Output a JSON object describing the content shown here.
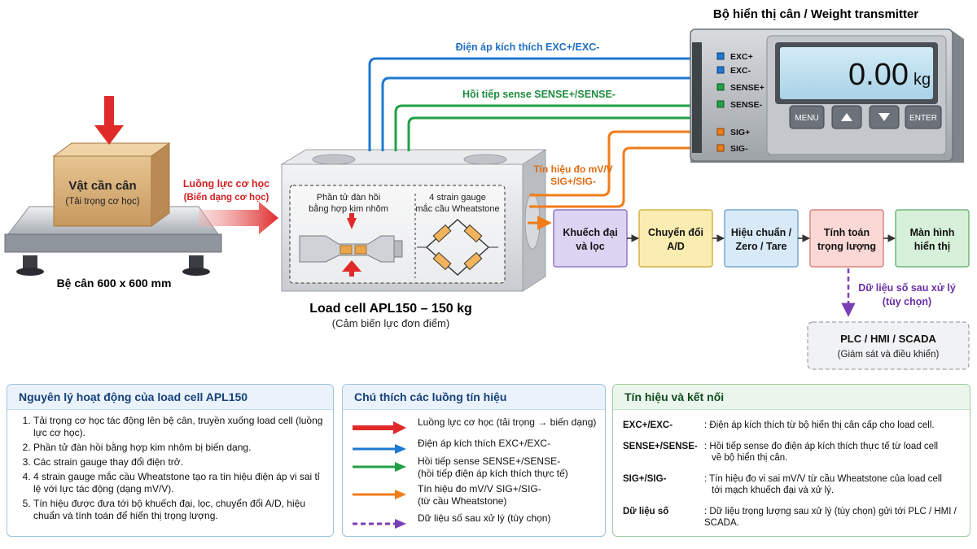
{
  "display": {
    "title": "Bộ hiển thị cân / Weight transmitter",
    "value": "0.00",
    "unit": "kg",
    "buttons": {
      "menu": "MENU",
      "enter": "ENTER"
    },
    "terminals": [
      "EXC+",
      "EXC-",
      "SENSE+",
      "SENSE-",
      "SIG+",
      "SIG-"
    ]
  },
  "platform": {
    "object_label": "Vật cần cân",
    "object_sub": "(Tải trọng cơ học)",
    "caption": "Bệ cân 600 x 600 mm"
  },
  "force_label": {
    "line1": "Luồng lực cơ học",
    "line2": "(Biến dạng cơ học)"
  },
  "loadcell": {
    "title": "Load cell APL150 – 150 kg",
    "subtitle": "(Cảm biến lực đơn điểm)",
    "element_line1": "Phần tử đàn hồi",
    "element_line2": "bằng hợp kim nhôm",
    "gauge_line1": "4 strain gauge",
    "gauge_line2": "mắc cầu Wheatstone"
  },
  "wires": {
    "exc": "Điện áp kích thích EXC+/EXC-",
    "sense": "Hồi tiếp sense SENSE+/SENSE-",
    "sig_line1": "Tín hiệu đo mV/V",
    "sig_line2": "SIG+/SIG-"
  },
  "chain": [
    {
      "line1": "Khuếch đại",
      "line2": "và lọc",
      "fill": "#ddd4f4",
      "stroke": "#8b78c8"
    },
    {
      "line1": "Chuyển đổi",
      "line2": "A/D",
      "fill": "#fbecb1",
      "stroke": "#d3b14a"
    },
    {
      "line1": "Hiệu chuẩn /",
      "line2": "Zero / Tare",
      "fill": "#d8e9f8",
      "stroke": "#79a9d3"
    },
    {
      "line1": "Tính toán",
      "line2": "trọng lượng",
      "fill": "#fbd8d5",
      "stroke": "#d9857f"
    },
    {
      "line1": "Màn hình",
      "line2": "hiển thị",
      "fill": "#d6f0d9",
      "stroke": "#72b67e"
    }
  ],
  "digital": {
    "line1": "Dữ liệu số sau xử lý",
    "line2": "(tùy chọn)",
    "plc_title": "PLC / HMI / SCADA",
    "plc_sub": "(Giám sát và điều khiển)"
  },
  "colors": {
    "force": "#e02a2a",
    "exc": "#1f78d1",
    "sense": "#22a047",
    "sig": "#f07d1a",
    "digital": "#7a3fb5"
  },
  "principle": {
    "title": "Nguyên lý hoạt động của load cell APL150",
    "steps": [
      "Tải trọng cơ học tác động lên bệ cân, truyền xuống load cell (luồng lực cơ học).",
      "Phần tử đàn hồi bằng hợp kim nhôm bị biến dạng.",
      "Các strain gauge thay đổi điện trở.",
      "4 strain gauge mắc cầu Wheatstone tạo ra tín hiệu điện áp vi sai tỉ lệ với lực tác động (dạng mV/V).",
      "Tín hiệu được đưa tới bộ khuếch đại, lọc, chuyển đổi A/D, hiệu chuẩn và tính toán để hiển thị trọng lượng."
    ]
  },
  "legend": {
    "title": "Chú thích các luồng tín hiệu",
    "items": [
      {
        "line1": "Luồng lực cơ học (tải trọng → biến dạng)",
        "line2": ""
      },
      {
        "line1": "Điện áp kích thích EXC+/EXC-",
        "line2": ""
      },
      {
        "line1": "Hồi tiếp sense SENSE+/SENSE-",
        "line2": "(hồi tiếp điện áp kích thích thực tế)"
      },
      {
        "line1": "Tín hiệu đo mV/V SIG+/SIG-",
        "line2": "(từ cầu Wheatstone)"
      },
      {
        "line1": "Dữ liệu số sau xử lý (tùy chọn)",
        "line2": ""
      }
    ]
  },
  "signals": {
    "title": "Tín hiệu và kết nối",
    "items": [
      {
        "key": "EXC+/EXC-",
        "line1": ": Điện áp kích thích từ bộ hiển thị cân cấp cho load cell.",
        "line2": ""
      },
      {
        "key": "SENSE+/SENSE-",
        "line1": ": Hồi tiếp sense đo điện áp kích thích thực tế từ load cell",
        "line2": "về bộ hiển thị cân."
      },
      {
        "key": "SIG+/SIG-",
        "line1": ": Tín hiệu đo vi sai mV/V từ cầu Wheatstone của load cell",
        "line2": "tới mạch khuếch đại và xử lý."
      },
      {
        "key": "Dữ liệu số",
        "line1": ": Dữ liệu trọng lượng sau xử lý (tùy chọn) gửi tới PLC / HMI / SCADA.",
        "line2": ""
      }
    ]
  }
}
